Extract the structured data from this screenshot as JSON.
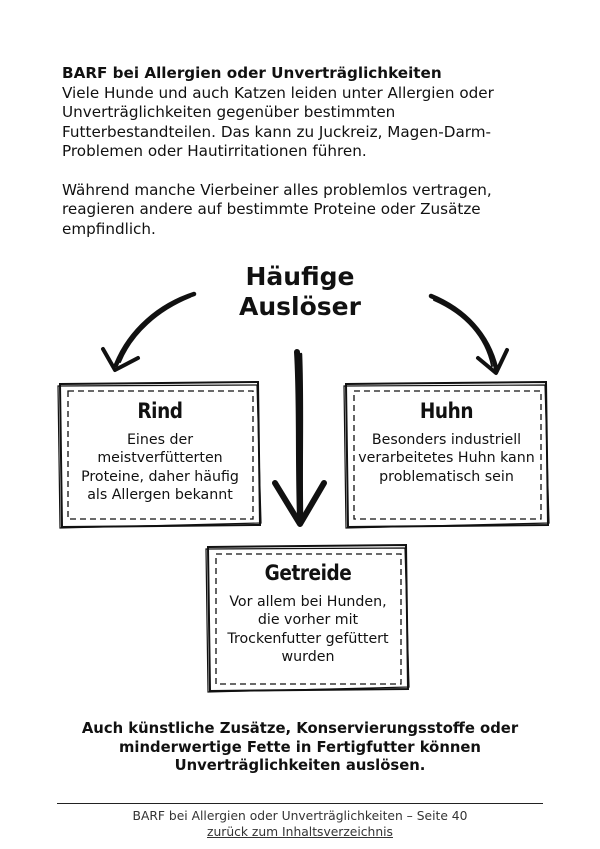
{
  "intro": {
    "heading": "BARF bei Allergien oder Unverträglichkeiten",
    "paragraph1": "Viele Hunde und auch Katzen leiden unter Allergien oder Unverträglichkeiten gegenüber bestimmten Futterbestandteilen. Das kann zu Juckreiz, Magen-Darm-Problemen oder Hautirritationen führen.",
    "paragraph2": "Während manche Vierbeiner alles problemlos vertragen, reagieren andere auf bestimmte Proteine oder Zusätze empfindlich."
  },
  "diagram": {
    "title_line1": "Häufige",
    "title_line2": "Auslöser",
    "boxes": [
      {
        "name": "Rind",
        "desc": "Eines der meistverfütterten Proteine, daher häufig als Allergen bekannt"
      },
      {
        "name": "Huhn",
        "desc": "Besonders industriell verarbeitetes Huhn kann problematisch sein"
      },
      {
        "name": "Getreide",
        "desc": "Vor allem bei Hunden, die vorher mit Trockenfutter gefüttert wurden"
      }
    ]
  },
  "note": "Auch künstliche Zusätze, Konservierungsstoffe oder minderwertige Fette in Fertigfutter können Unverträglichkeiten auslösen.",
  "footer": {
    "page_label": "BARF bei Allergien oder Unverträglichkeiten – Seite 40",
    "toc_link": "zurück zum Inhaltsverzeichnis"
  }
}
